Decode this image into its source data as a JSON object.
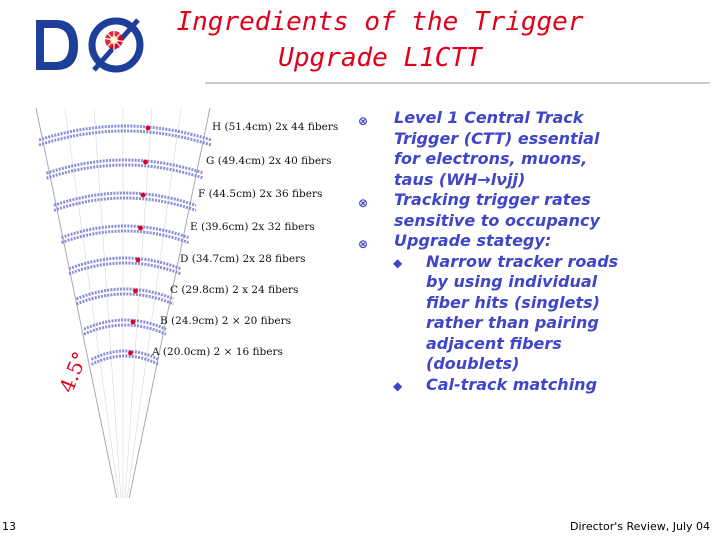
{
  "slide": {
    "title_line1": "Ingredients of the Trigger",
    "title_line2": "Upgrade L1CTT",
    "logo_text": "DØ",
    "slide_number": "13",
    "footer": "Director's Review, July 04"
  },
  "figure": {
    "angle_label": "4.5°",
    "layers": [
      {
        "label": "H (51.4cm) 2x 44 fibers"
      },
      {
        "label": "G (49.4cm) 2x 40 fibers"
      },
      {
        "label": "F (44.5cm) 2x 36 fibers"
      },
      {
        "label": "E (39.6cm) 2x 32 fibers"
      },
      {
        "label": "D (34.7cm) 2x 28 fibers"
      },
      {
        "label": "C (29.8cm) 2 x 24 fibers"
      },
      {
        "label": "B (24.9cm) 2 × 20 fibers"
      },
      {
        "label": "A (20.0cm) 2 × 16 fibers"
      }
    ]
  },
  "bullets": [
    {
      "lines": [
        "Level 1 Central Track",
        "Trigger (CTT) essential",
        "for electrons, muons,",
        "taus (WH→lνjj)"
      ]
    },
    {
      "lines": [
        "Tracking trigger rates",
        "sensitive to occupancy"
      ]
    },
    {
      "lines": [
        "Upgrade stategy:"
      ]
    }
  ],
  "sub_bullets": [
    {
      "lines": [
        "Narrow tracker roads",
        "by using individual",
        "fiber hits (singlets)",
        "rather than pairing",
        "adjacent fibers",
        "(doublets)"
      ]
    },
    {
      "lines": [
        "Cal-track matching"
      ]
    }
  ],
  "colors": {
    "title": "#e0001b",
    "bullet_text": "#4046c8",
    "logo_blue": "#1d3f9a",
    "hit_red": "#e0001b"
  }
}
